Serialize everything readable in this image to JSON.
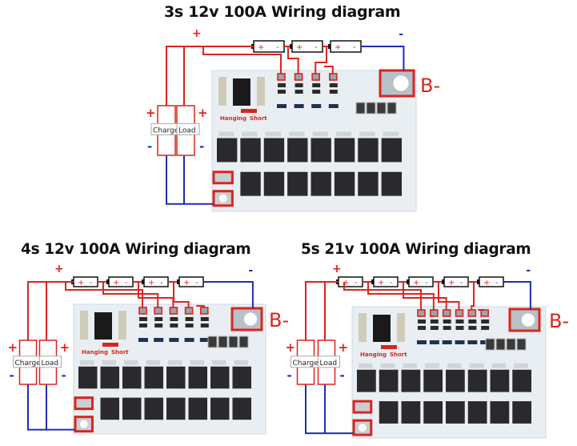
{
  "diagrams": [
    {
      "title": "3s 12v 100A Wiring diagram",
      "cells": 3,
      "plus_label": "+",
      "minus_label": "-",
      "cell_plus": "+",
      "cell_minus": "-",
      "bminus_label": "B-",
      "charger_label": "Charger",
      "load_label": "Load",
      "hanging_label": "Hanging",
      "short_label": "Short"
    },
    {
      "title": "4s 12v 100A Wiring diagram",
      "cells": 4,
      "plus_label": "+",
      "minus_label": "-",
      "cell_plus": "+",
      "cell_minus": "-",
      "bminus_label": "B-",
      "charger_label": "Charger",
      "load_label": "Load",
      "hanging_label": "Hanging",
      "short_label": "Short"
    },
    {
      "title": "5s 21v 100A Wiring diagram",
      "cells": 5,
      "plus_label": "+",
      "minus_label": "-",
      "cell_plus": "+",
      "cell_minus": "-",
      "bminus_label": "B-",
      "charger_label": "Charger",
      "load_label": "Load",
      "hanging_label": "Hanging",
      "short_label": "Short"
    }
  ],
  "colors": {
    "wire_positive": "#d9261c",
    "wire_negative": "#1f2fb0",
    "board": "#e9eef3",
    "mosfet": "#2a2a2c"
  }
}
